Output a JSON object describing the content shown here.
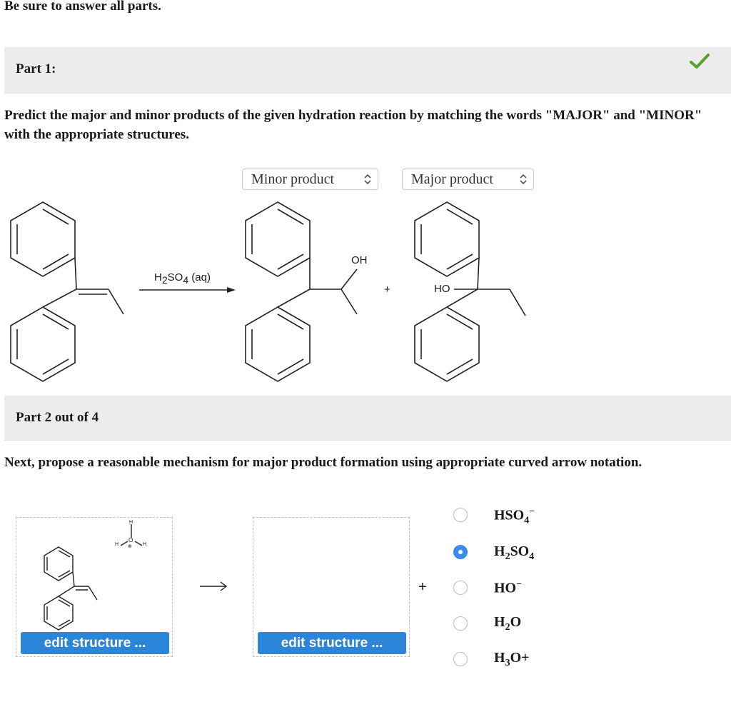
{
  "header": {
    "instruction": "Be sure to answer all parts."
  },
  "part1": {
    "title": "Part 1:",
    "question": "Predict the major and minor products of the given hydration reaction by matching the words \"MAJOR\" and \"MINOR\" with the appropriate structures.",
    "select_left": "Minor product",
    "select_right": "Major product",
    "reagent_main": "H",
    "reagent_sub1": "2",
    "reagent_mid": "SO",
    "reagent_sub2": "4",
    "reagent_tail": " (aq)",
    "oh_label": "OH",
    "ho_label": "HO",
    "plus": "+",
    "status_color": "#5aa02c"
  },
  "part2": {
    "title": "Part 2 out of 4",
    "question": "Next, propose a reasonable mechanism for major product formation using appropriate curved arrow notation.",
    "edit_left": "edit structure ...",
    "edit_right": "edit structure ...",
    "plus": "+",
    "hydronium": {
      "h_top": "H",
      "h_left": "H",
      "o": "O",
      "h_right": "H",
      "charge": "⊕"
    },
    "options": [
      {
        "main": "HSO",
        "sub": "4",
        "sup": "−",
        "tail": "",
        "selected": false
      },
      {
        "main": "H",
        "sub": "2",
        "sup": "",
        "tail": "SO",
        "sub2": "4",
        "selected": true
      },
      {
        "main": "HO",
        "sub": "",
        "sup": "−",
        "tail": "",
        "selected": false
      },
      {
        "main": "H",
        "sub": "2",
        "sup": "",
        "tail": "O",
        "selected": false
      },
      {
        "main": "H",
        "sub": "3",
        "sup": "",
        "tail": "O+",
        "selected": false
      }
    ],
    "accent_color": "#2b86d9"
  }
}
